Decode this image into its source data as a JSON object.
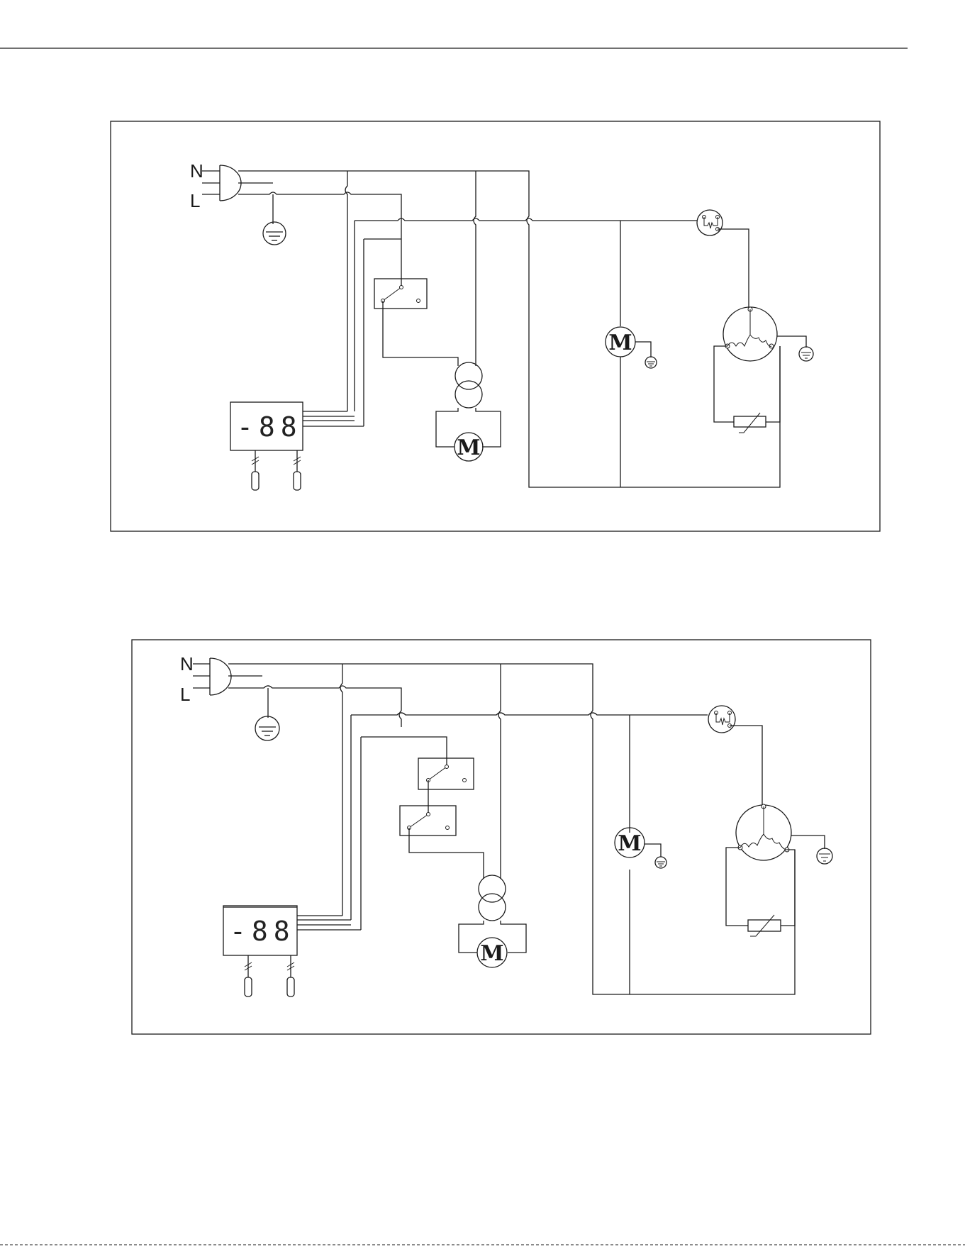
{
  "diagrams": [
    {
      "supply_labels": {
        "neutral": "N",
        "line": "L"
      },
      "display_text": "-88",
      "compressor_fan_symbol": "M",
      "evaporator_fan_symbol": "M"
    },
    {
      "supply_labels": {
        "neutral": "N",
        "line": "L"
      },
      "display_text": "-88",
      "compressor_fan_symbol": "M",
      "evaporator_fan_symbol": "M"
    }
  ]
}
